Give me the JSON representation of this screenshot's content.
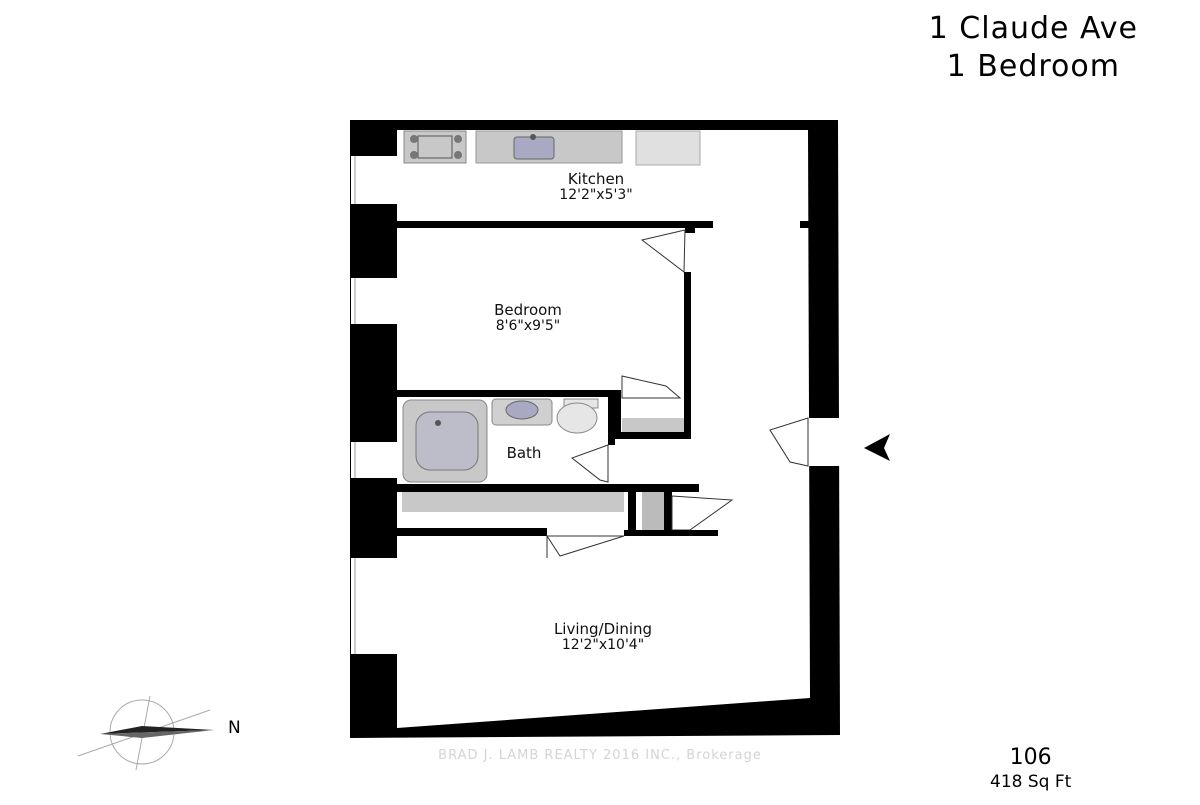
{
  "header": {
    "address": "1 Claude Ave",
    "unit_type": "1 Bedroom"
  },
  "rooms": [
    {
      "name": "Kitchen",
      "dimensions": "12'2\"x5'3\""
    },
    {
      "name": "Bedroom",
      "dimensions": "8'6\"x9'5\""
    },
    {
      "name": "Bath",
      "dimensions": ""
    },
    {
      "name": "Living/Dining",
      "dimensions": "12'2\"x10'4\""
    }
  ],
  "footer": {
    "unit_number": "106",
    "area": "418 Sq Ft",
    "watermark": "BRAD J. LAMB REALTY 2016 INC., Brokerage"
  },
  "compass": {
    "label": "N"
  }
}
